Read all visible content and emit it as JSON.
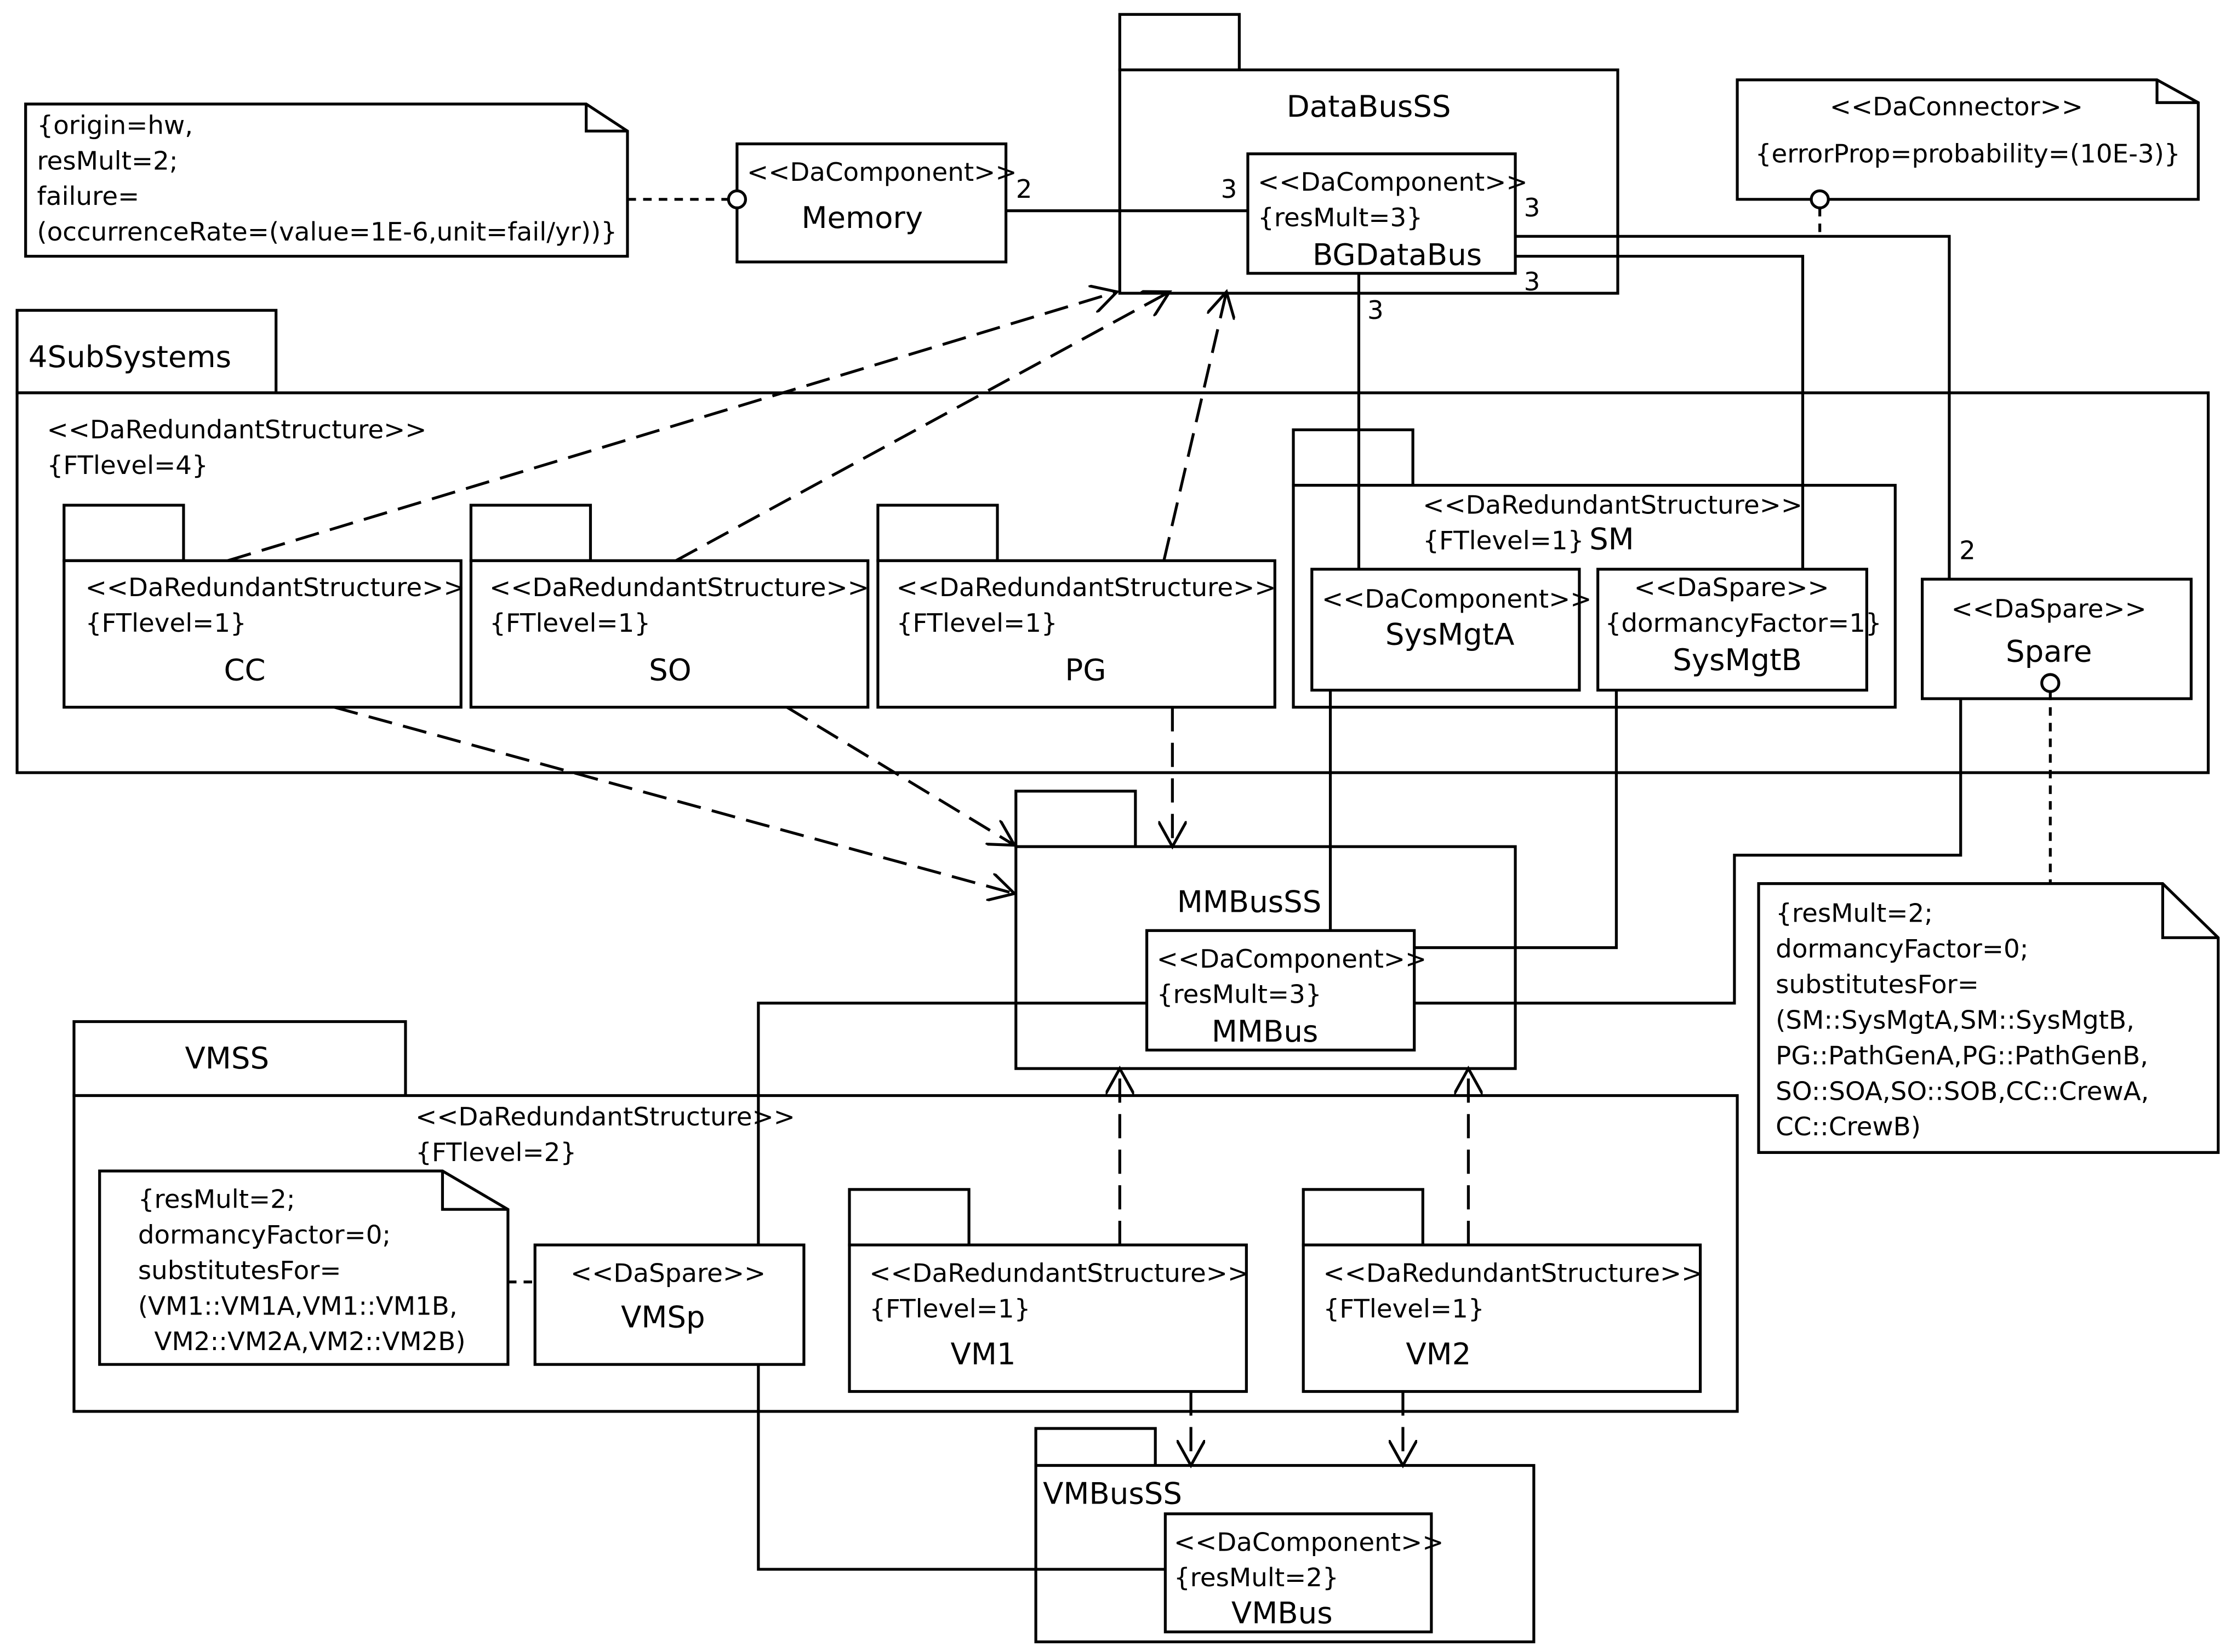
{
  "colors": {
    "stroke": "#000000",
    "background": "#ffffff"
  },
  "packages": {
    "databus": "DataBusSS",
    "subsystems": "4SubSystems",
    "mmbus": "MMBusSS",
    "vmss": "VMSS",
    "vmbus": "VMBusSS"
  },
  "stereo": {
    "component": "<<DaComponent>>",
    "redundant": "<<DaRedundantStructure>>",
    "spare": "<<DaSpare>>",
    "connector": "<<DaConnector>>"
  },
  "nodes": {
    "memory": {
      "name": "Memory"
    },
    "bgdatabus": {
      "tag": "{resMult=3}",
      "name": "BGDataBus"
    },
    "subsys_group": {
      "tag": "{FTlevel=4}"
    },
    "cc": {
      "tag": "{FTlevel=1}",
      "name": "CC"
    },
    "so": {
      "tag": "{FTlevel=1}",
      "name": "SO"
    },
    "pg": {
      "tag": "{FTlevel=1}",
      "name": "PG"
    },
    "sm": {
      "tag": "{FTlevel=1}",
      "name": "SM"
    },
    "sysmgta": {
      "name": "SysMgtA"
    },
    "sysmgtb": {
      "tag": "{dormancyFactor=1}",
      "name": "SysMgtB"
    },
    "spare": {
      "name": "Spare"
    },
    "mmbus_comp": {
      "tag": "{resMult=3}",
      "name": "MMBus"
    },
    "vmss_group": {
      "tag": "{FTlevel=2}"
    },
    "vmsp": {
      "name": "VMSp"
    },
    "vm1": {
      "tag": "{FTlevel=1}",
      "name": "VM1"
    },
    "vm2": {
      "tag": "{FTlevel=1}",
      "name": "VM2"
    },
    "vmbus_comp": {
      "tag": "{resMult=2}",
      "name": "VMBus"
    }
  },
  "notes": {
    "hw_failure": [
      "{origin=hw,",
      "resMult=2;",
      "failure=",
      "(occurrenceRate=(value=1E-6,unit=fail/yr))}"
    ],
    "connector": "{errorProp=probability=(10E-3)}",
    "spare_sub": [
      "{resMult=2;",
      "dormancyFactor=0;",
      "substitutesFor=",
      "(SM::SysMgtA,SM::SysMgtB,",
      "PG::PathGenA,PG::PathGenB,",
      "SO::SOA,SO::SOB,CC::CrewA,",
      "CC::CrewB)"
    ],
    "vmsp_sub": [
      "{resMult=2;",
      "dormancyFactor=0;",
      "substitutesFor=",
      "(VM1::VM1A,VM1::VM1B,",
      "  VM2::VM2A,VM2::VM2B)"
    ]
  },
  "multiplicities": {
    "memory_end": "2",
    "bus_left": "3",
    "bus_right": "3",
    "bus_bottom": "3",
    "bus_right_low": "3",
    "spare_end": "2"
  }
}
